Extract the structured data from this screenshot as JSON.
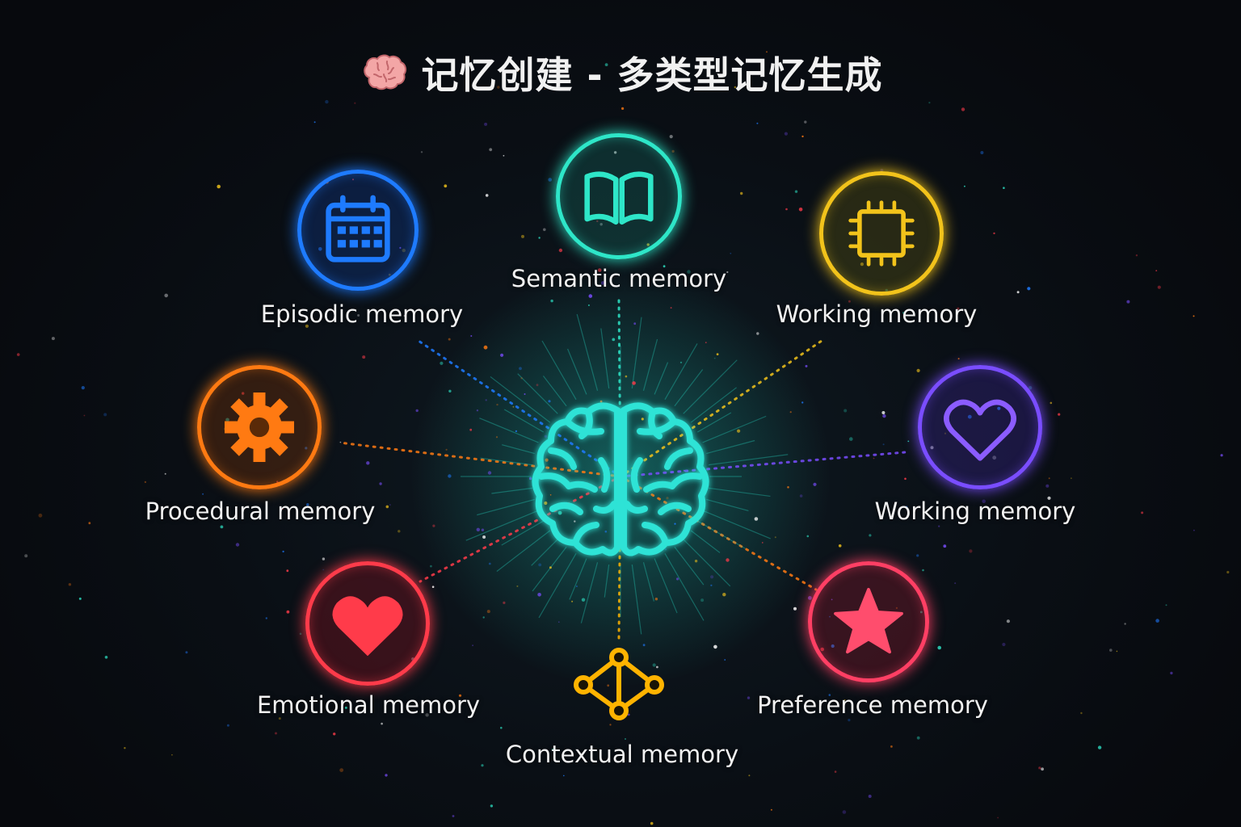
{
  "title": {
    "text": "记忆创建 - 多类型记忆生成",
    "icon": "brain-emoji-icon"
  },
  "center": {
    "icon": "brain-icon",
    "color": "#2de3d6"
  },
  "nodes": [
    {
      "id": "semantic",
      "label": "Semantic memory",
      "icon": "open-book-icon",
      "color": "#2ee6c8"
    },
    {
      "id": "episodic",
      "label": "Episodic memory",
      "icon": "calendar-icon",
      "color": "#1e7bff"
    },
    {
      "id": "working-top",
      "label": "Working memory",
      "icon": "chip-icon",
      "color": "#f2c31b"
    },
    {
      "id": "procedural",
      "label": "Procedural memory",
      "icon": "gear-icon",
      "color": "#ff7a12"
    },
    {
      "id": "working-right",
      "label": "Working memory",
      "icon": "heart-outline-icon",
      "color": "#7a4dff"
    },
    {
      "id": "emotional",
      "label": "Emotional memory",
      "icon": "heart-icon",
      "color": "#ff3b4a"
    },
    {
      "id": "contextual",
      "label": "Contextual memory",
      "icon": "network-icon",
      "color": "#ffb300"
    },
    {
      "id": "preference",
      "label": "Preference memory",
      "icon": "star-icon",
      "color": "#ff3f64"
    }
  ]
}
